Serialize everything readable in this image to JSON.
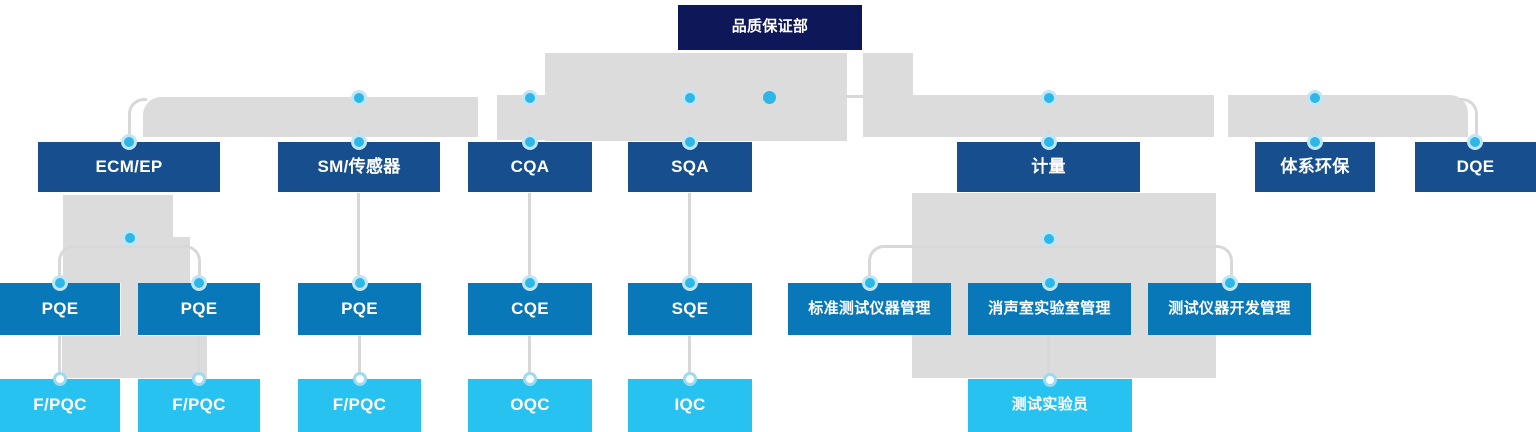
{
  "org": {
    "root": {
      "label": "品质保证部"
    },
    "departments": [
      {
        "label": "ECM/EP"
      },
      {
        "label": "SM/传感器"
      },
      {
        "label": "CQA"
      },
      {
        "label": "SQA"
      },
      {
        "label": "计量"
      },
      {
        "label": "体系环保"
      },
      {
        "label": "DQE"
      }
    ],
    "teams": [
      {
        "label": "PQE"
      },
      {
        "label": "PQE"
      },
      {
        "label": "PQE"
      },
      {
        "label": "CQE"
      },
      {
        "label": "SQE"
      },
      {
        "label": "标准测试仪器管理"
      },
      {
        "label": "消声室实验室管理"
      },
      {
        "label": "测试仪器开发管理"
      }
    ],
    "sub_teams": [
      {
        "label": "F/PQC"
      },
      {
        "label": "F/PQC"
      },
      {
        "label": "F/PQC"
      },
      {
        "label": "OQC"
      },
      {
        "label": "IQC"
      },
      {
        "label": "测试实验员"
      }
    ]
  },
  "colors": {
    "root_box": "#0e1757",
    "dept_box": "#174f8e",
    "team_box": "#0878b8",
    "sub_team_box": "#27c2ef",
    "connector_block": "#dcdcdc",
    "connector_line": "#d8d8d8",
    "dot": "#2db7e9",
    "dot_halo": "#bfe6f7",
    "dot_ring": "#9bdaf3"
  }
}
